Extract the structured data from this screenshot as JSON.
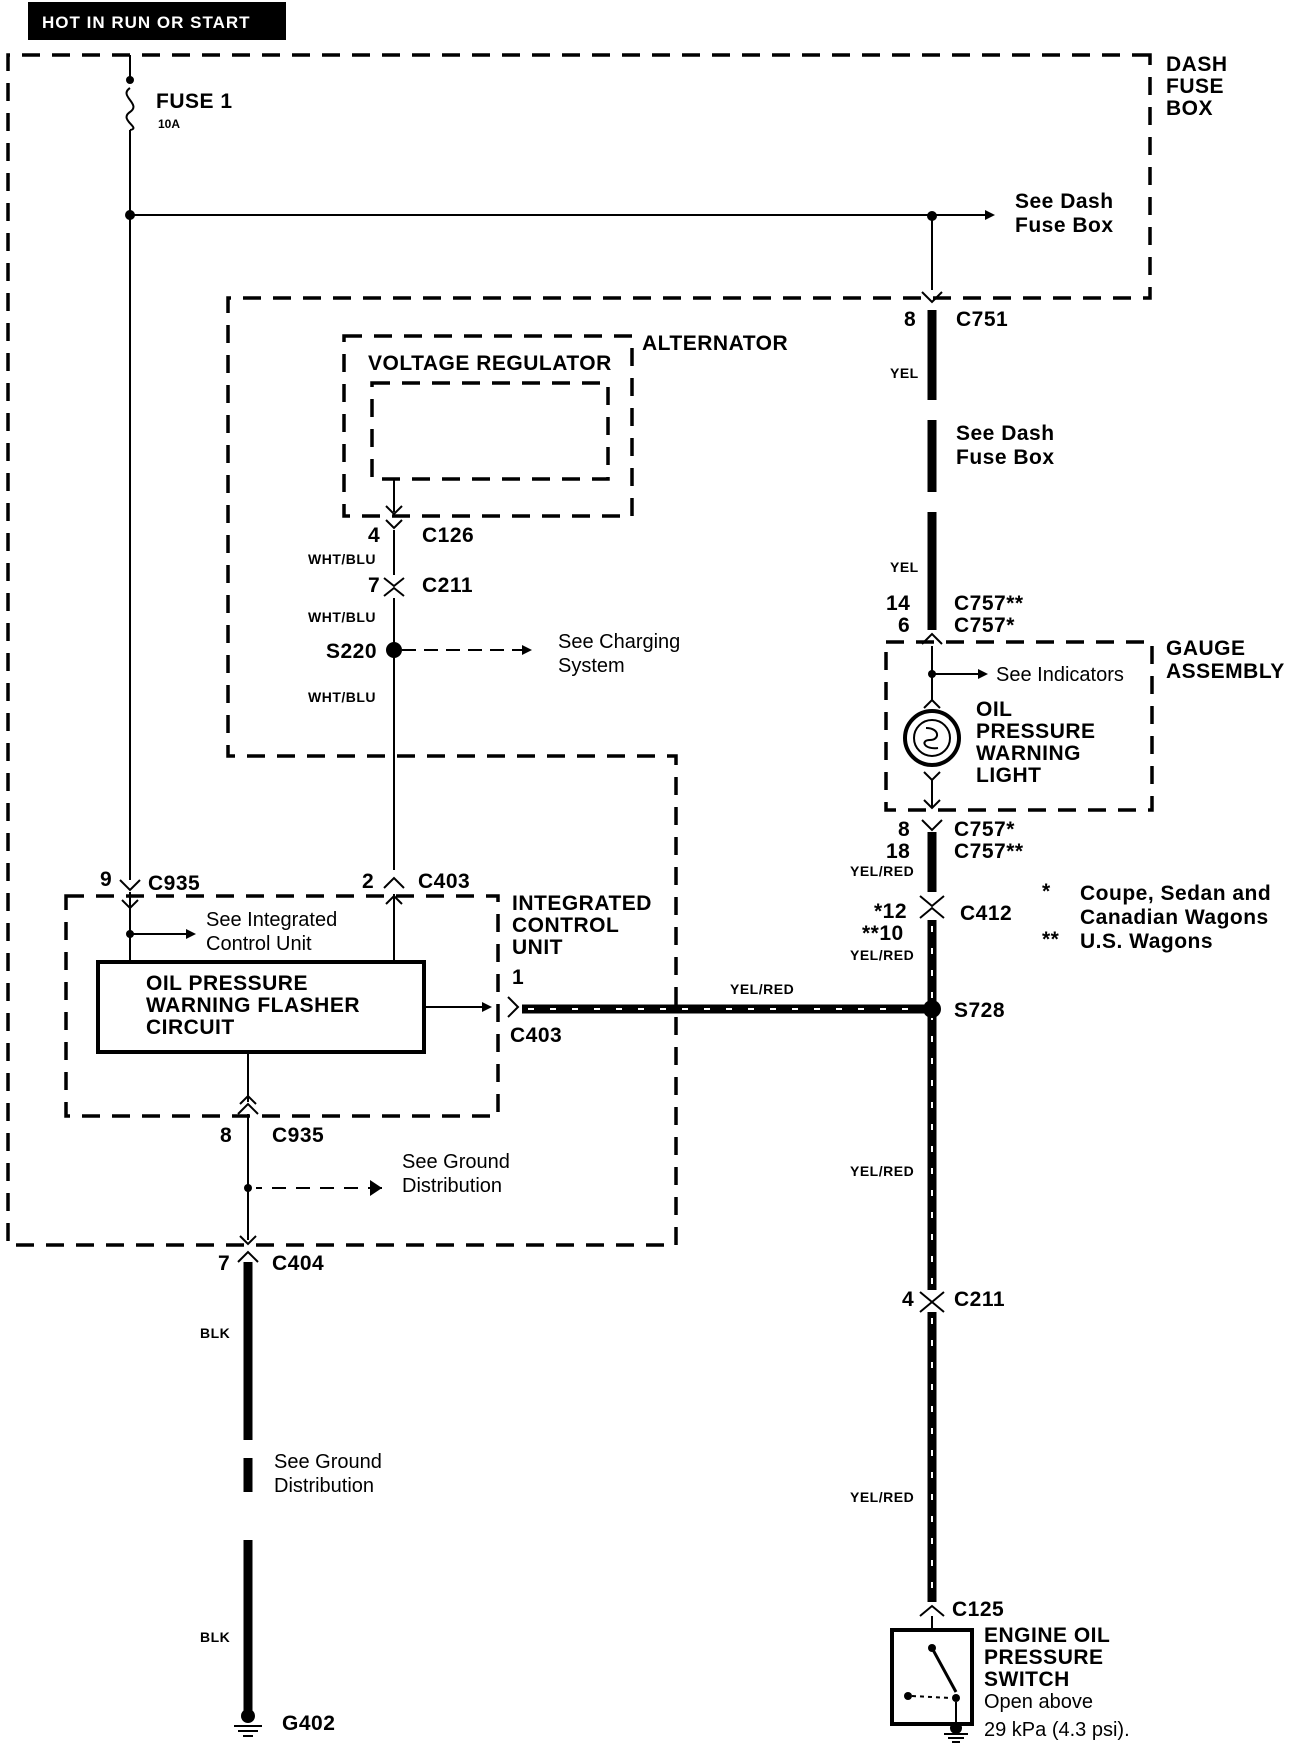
{
  "header": {
    "title": "HOT IN  RUN OR START"
  },
  "dash_fuse_box": {
    "label_lines": [
      "DASH",
      "FUSE",
      "BOX"
    ],
    "fuse_name": "FUSE 1",
    "fuse_rating": "10A",
    "see_dash_fuse_box": [
      "See Dash",
      "Fuse Box"
    ]
  },
  "alternator": {
    "label": "ALTERNATOR",
    "voltage_regulator": "VOLTAGE REGULATOR"
  },
  "connectors": {
    "c751": {
      "pin": "8",
      "name": "C751"
    },
    "c126": {
      "pin": "4",
      "name": "C126"
    },
    "c211_upper": {
      "pin": "7",
      "name": "C211"
    },
    "s220": "S220",
    "c757_upper": {
      "pins": [
        "14",
        "6"
      ],
      "names": [
        "C757**",
        "C757*"
      ]
    },
    "c757_lower": {
      "pins": [
        "8",
        "18"
      ],
      "names": [
        "C757*",
        "C757**"
      ]
    },
    "c412": {
      "pins": [
        "*12",
        "**10"
      ],
      "name": "C412"
    },
    "c935_top": {
      "pin": "9",
      "name": "C935"
    },
    "c403_top": {
      "pin": "2",
      "name": "C403"
    },
    "c403_side": {
      "pin": "1",
      "name": "C403"
    },
    "s728": "S728",
    "c935_bottom": {
      "pin": "8",
      "name": "C935"
    },
    "c404": {
      "pin": "7",
      "name": "C404"
    },
    "c211_lower": {
      "pin": "4",
      "name": "C211"
    },
    "c125": "C125",
    "g402": "G402"
  },
  "wire_colors": {
    "yel": "YEL",
    "wht_blu": "WHT/BLU",
    "yel_red": "YEL/RED",
    "blk": "BLK"
  },
  "references": {
    "see_charging": [
      "See Charging",
      "System"
    ],
    "see_dash_fuse_box_mid": [
      "See Dash",
      "Fuse Box"
    ],
    "see_indicators": "See Indicators",
    "see_integrated": [
      "See Integrated",
      "Control Unit"
    ],
    "see_ground_1": [
      "See Ground",
      "Distribution"
    ],
    "see_ground_2": [
      "See Ground",
      "Distribution"
    ]
  },
  "gauge_assembly": {
    "label_lines": [
      "GAUGE",
      "ASSEMBLY"
    ],
    "light_lines": [
      "OIL",
      "PRESSURE",
      "WARNING",
      "LIGHT"
    ]
  },
  "integrated_control_unit": {
    "label_lines": [
      "INTEGRATED",
      "CONTROL",
      "UNIT"
    ],
    "flasher_lines": [
      "OIL PRESSURE",
      "WARNING FLASHER",
      "CIRCUIT"
    ]
  },
  "legend": {
    "items": [
      {
        "mark": "*",
        "text_lines": [
          "Coupe, Sedan and",
          "Canadian Wagons"
        ]
      },
      {
        "mark": "**",
        "text_lines": [
          "U.S. Wagons"
        ]
      }
    ]
  },
  "switch": {
    "label_lines": [
      "ENGINE OIL",
      "PRESSURE",
      "SWITCH",
      "Open above",
      "29 kPa (4.3 psi)."
    ]
  }
}
